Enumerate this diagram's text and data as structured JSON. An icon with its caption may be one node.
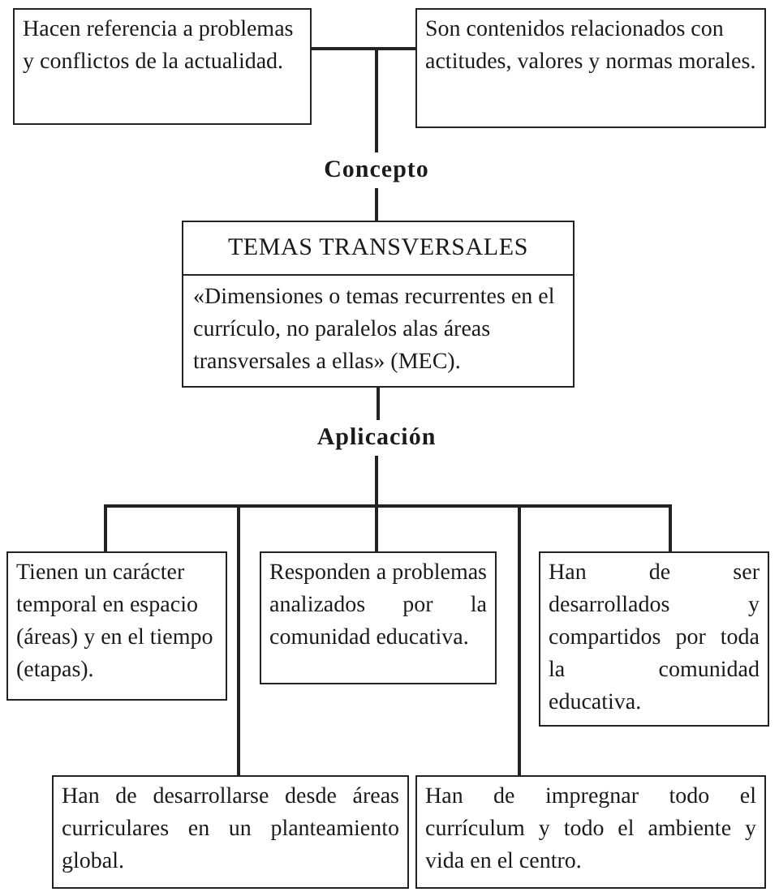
{
  "diagram": {
    "nodes": [
      {
        "text": [
          "Hacen referencia a problemas y conflictos de la actualidad."
        ]
      },
      {
        "text": [
          "Son contenidos relacionados con actitudes, valores y normas morales."
        ]
      },
      {
        "text": [
          "Concepto"
        ]
      },
      {
        "text": [
          "TEMAS TRANSVERSALES",
          "«Dimensiones o temas recurrentes en el currículo, no paralelos alas áreas transversales a ellas» (MEC)."
        ]
      },
      {
        "text": [
          "Aplicación"
        ]
      },
      {
        "text": [
          "Tienen un carácter temporal en espacio (áreas) y en el tiempo (etapas)."
        ]
      },
      {
        "text": [
          "Responden a problemas analizados por la comunidad educativa."
        ]
      },
      {
        "text": [
          "Han de ser desarrollados y compartidos por toda la comunidad educativa."
        ]
      },
      {
        "text": [
          "Han de desarrollarse desde áreas curriculares en un planteamiento global."
        ]
      },
      {
        "text": [
          "Han de impregnar todo el currículum y todo el ambiente y vida en el centro."
        ]
      }
    ],
    "edges": [
      {
        "from": 0,
        "to": 2,
        "arrow": "none"
      },
      {
        "from": 1,
        "to": 2,
        "arrow": "none"
      },
      {
        "from": 2,
        "to": 3,
        "arrow": "none"
      },
      {
        "from": 3,
        "to": 4,
        "arrow": "none"
      },
      {
        "from": 4,
        "to": 5,
        "arrow": "none"
      },
      {
        "from": 4,
        "to": 8,
        "arrow": "none"
      },
      {
        "from": 4,
        "to": 6,
        "arrow": "none"
      },
      {
        "from": 4,
        "to": 9,
        "arrow": "none"
      },
      {
        "from": 4,
        "to": 7,
        "arrow": "none"
      }
    ]
  }
}
